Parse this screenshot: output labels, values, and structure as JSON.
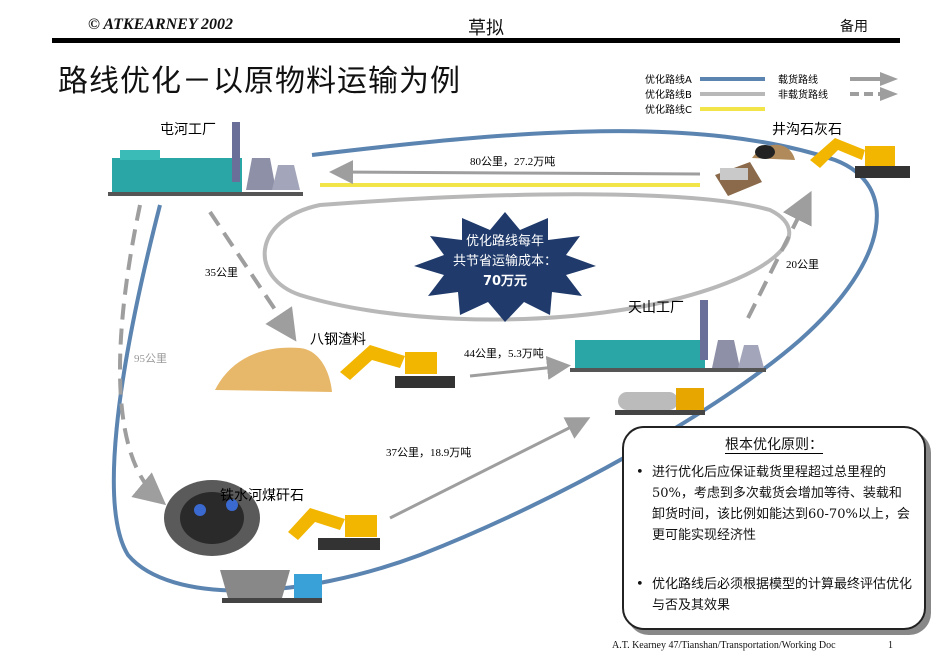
{
  "header": {
    "brand": "© ATKEARNEY 2002",
    "draft": "草拟",
    "reserve": "备用"
  },
  "title": "路线优化－以原物料运输为例",
  "legend": {
    "route_a": "优化路线A",
    "route_b": "优化路线B",
    "route_c": "优化路线C",
    "loaded": "载货路线",
    "unloaded": "非载货路线",
    "colors": {
      "route_a": "#5b84b1",
      "route_b": "#b8b8b8",
      "route_c": "#f2e54a"
    }
  },
  "locations": {
    "tunhe": "屯河工厂",
    "jinggou": "井沟石灰石",
    "bagang": "八钢渣料",
    "tianshan": "天山工厂",
    "tieshuihe": "铁水河煤矸石"
  },
  "distances": {
    "tunhe_jinggou": "80公里，27.2万吨",
    "tunhe_bagang": "35公里",
    "bagang_tianshan": "44公里，5.3万吨",
    "tianshan_jinggou": "20公里",
    "tunhe_tieshuihe": "95公里",
    "tieshuihe_tianshan": "37公里，18.9万吨"
  },
  "savings": {
    "line1": "优化路线每年",
    "line2": "共节省运输成本：",
    "line3": "70万元"
  },
  "principles": {
    "title": "根本优化原则：",
    "bullets": [
      "进行优化后应保证载货里程超过总里程的50%，考虑到多次载货会增加等待、装载和卸货时间，该比例如能达到60-70%以上，会更可能实现经济性",
      "优化路线后必须根据模型的计算最终评估优化与否及其效果"
    ]
  },
  "footer": {
    "source": "A.T. Kearney 47/Tianshan/Transportation/Working Doc",
    "page": "1"
  }
}
